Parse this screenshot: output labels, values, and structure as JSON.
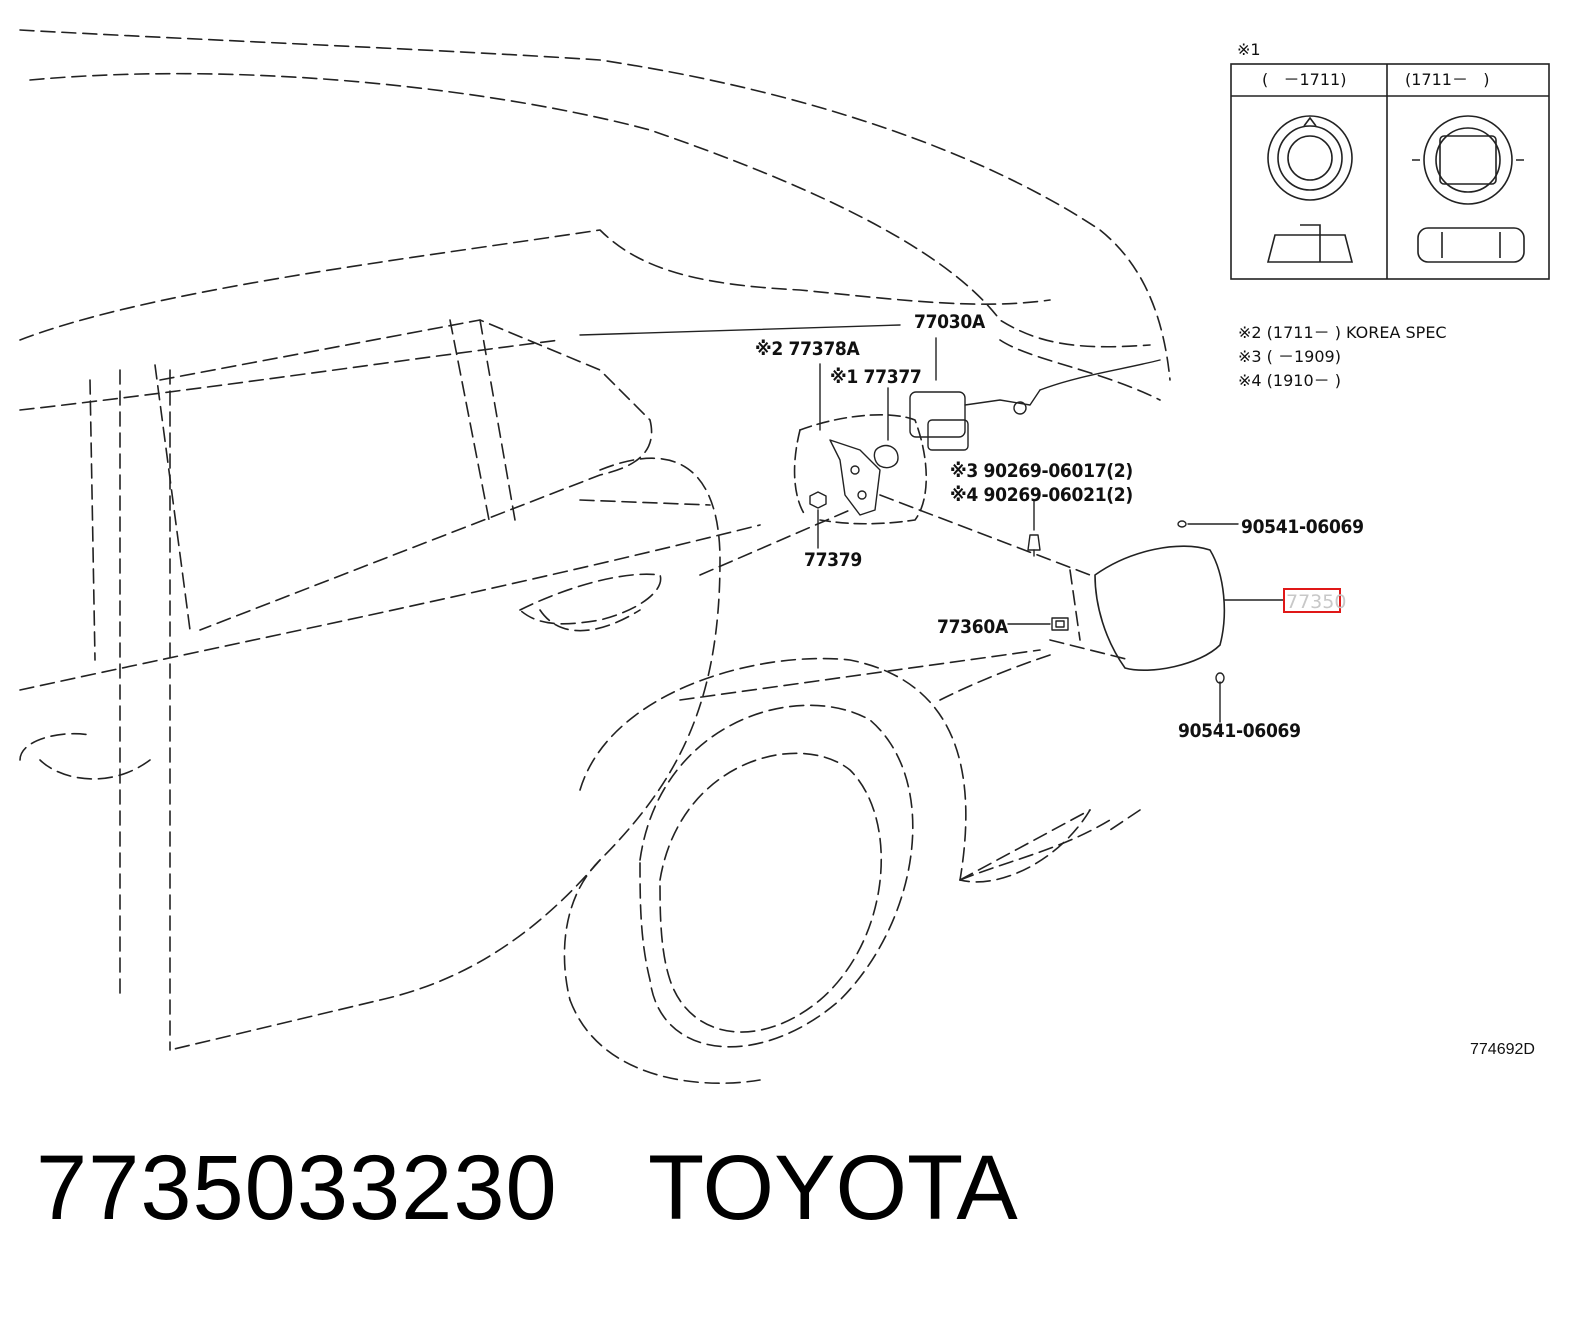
{
  "part_number": "7735033230",
  "brand": "TOYOTA",
  "figure_number": "774692D",
  "labels": {
    "p77030A": "77030A",
    "p77378A": "※2 77378A",
    "p77377": "※1 77377",
    "p77379": "77379",
    "p90269_a": "※3  90269-06017(2)",
    "p90269_b": "※4  90269-06021(2)",
    "p90541_top": "90541-06069",
    "p77350": "77350",
    "p77360A": "77360A",
    "p90541_bot": "90541-06069"
  },
  "inset": {
    "marker": "※1",
    "col_left": "(   －1711)",
    "col_right": "(1711－   )"
  },
  "notes": [
    "※2 (1711－      ) KOREA SPEC",
    "※3 (       －1909)",
    "※4 (1910－      )"
  ],
  "colors": {
    "highlight": "#e01818",
    "line": "#222222"
  }
}
